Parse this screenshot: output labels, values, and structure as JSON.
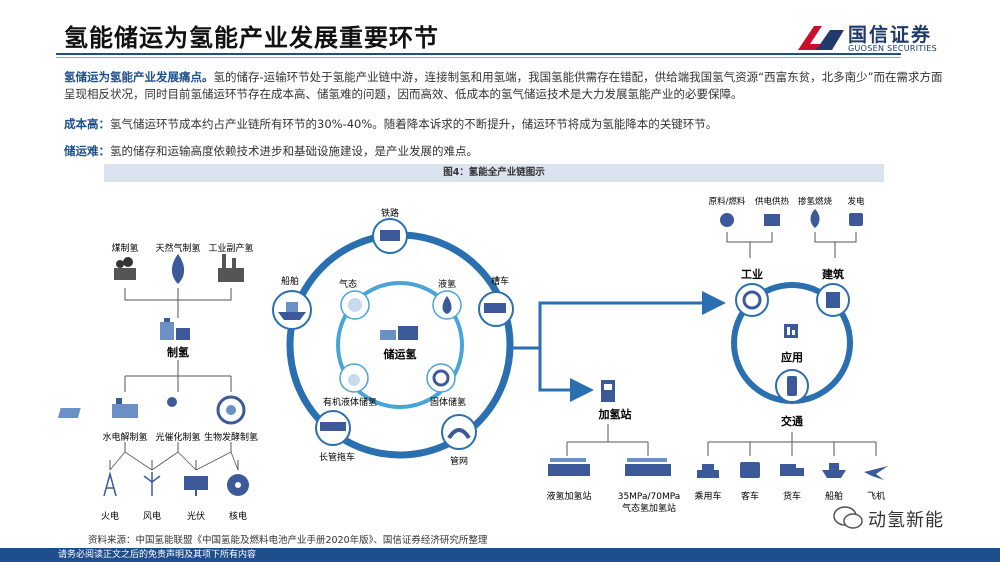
{
  "header": {
    "title": "氢能储运为氢能产业发展重要环节",
    "logo_cn": "国信证券",
    "logo_en": "GUOSEN SECURITIES"
  },
  "intro": {
    "p1_bold": "氢储运为氢能产业发展痛点。",
    "p1_text": "氢的储存-运输环节处于氢能产业链中游，连接制氢和用氢端，我国氢能供需存在错配，供给端我国氢气资源“西富东贫，北多南少”而在需求方面呈现相反状况，同时目前氢储运环节存在成本高、储氢难的问题，因而高效、低成本的氢气储运技术是大力发展氢能产业的必要保障。",
    "p2_bold": "成本高：",
    "p2_text": "氢气储运环节成本约占产业链所有环节的30%-40%。随着降本诉求的不断提升，储运环节将成为氢能降本的关键环节。",
    "p3_bold": "储运难：",
    "p3_text": "氢的储存和运输高度依赖技术进步和基础设施建设，是产业发展的难点。"
  },
  "figure": {
    "caption": "图4：氢能全产业链图示",
    "production": {
      "sources": [
        "煤制氢",
        "天然气制氢",
        "工业副产氢"
      ],
      "hub": "制氢",
      "methods": [
        "水电解制氢",
        "光催化制氢",
        "生物发酵制氢"
      ],
      "power": [
        "火电",
        "风电",
        "光伏",
        "核电"
      ]
    },
    "storage": {
      "center": "储运氢",
      "outer": [
        "铁路",
        "槽车",
        "管网",
        "长管拖车",
        "船舶"
      ],
      "inner": [
        "气态",
        "液氢",
        "固体储氢",
        "有机液体储氢"
      ]
    },
    "station": {
      "title": "加氢站",
      "types": [
        "液氢加氢站",
        "35MPa/70MPa",
        "气态氢加氢站"
      ]
    },
    "application": {
      "top": [
        "原料/燃料",
        "供电供热",
        "掺氢燃烧",
        "发电"
      ],
      "industry": "工业",
      "building": "建筑",
      "center": "应用",
      "transport": "交通",
      "vehicles": [
        "乘用车",
        "客车",
        "货车",
        "船舶",
        "飞机"
      ]
    }
  },
  "source": "资料来源：中国氢能联盟《中国氢能及燃料电池产业手册2020年版》、国信证券经济研究所整理",
  "footer": "请务必阅读正文之后的免责声明及其项下所有内容",
  "watermark": "动氢新能"
}
